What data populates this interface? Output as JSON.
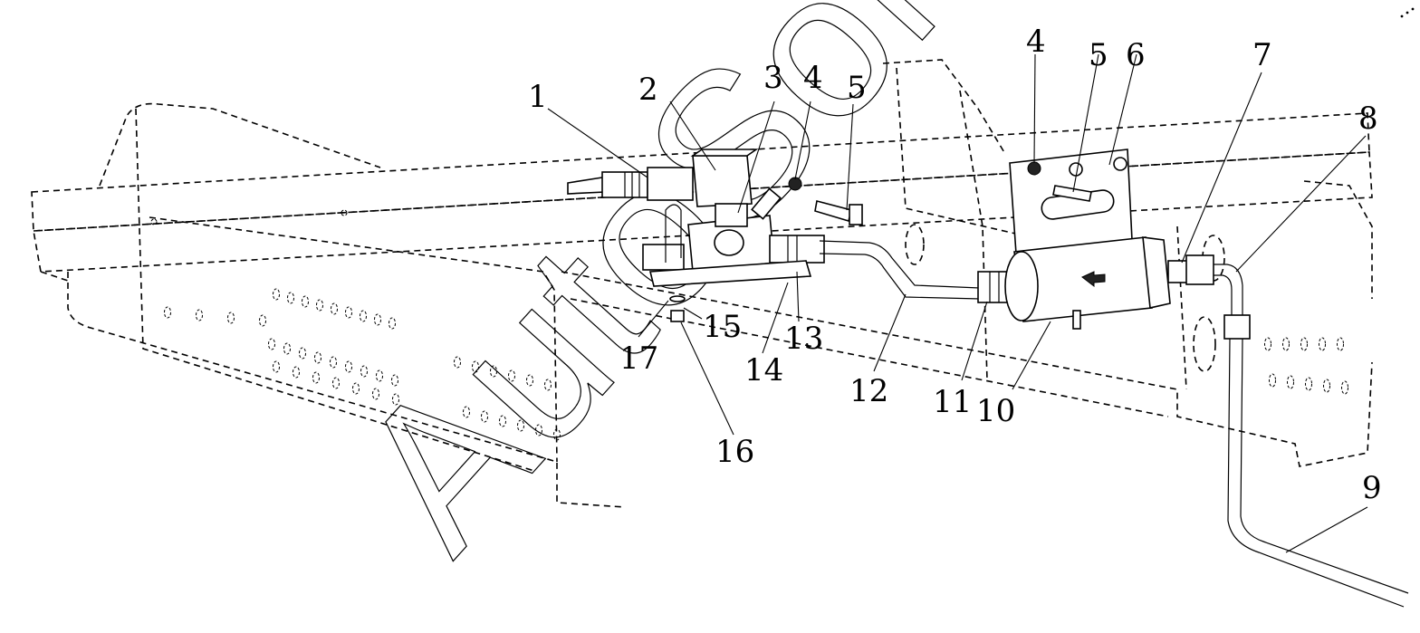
{
  "diagram": {
    "watermark": "AutoSoft",
    "callouts": [
      {
        "id": "c1",
        "label": "1"
      },
      {
        "id": "c2",
        "label": "2"
      },
      {
        "id": "c3",
        "label": "3"
      },
      {
        "id": "c4a",
        "label": "4"
      },
      {
        "id": "c5a",
        "label": "5"
      },
      {
        "id": "c4b",
        "label": "4"
      },
      {
        "id": "c5b",
        "label": "5"
      },
      {
        "id": "c6",
        "label": "6"
      },
      {
        "id": "c7",
        "label": "7"
      },
      {
        "id": "c8",
        "label": "8"
      },
      {
        "id": "c9",
        "label": "9"
      },
      {
        "id": "c10",
        "label": "10"
      },
      {
        "id": "c11",
        "label": "11"
      },
      {
        "id": "c12",
        "label": "12"
      },
      {
        "id": "c13",
        "label": "13"
      },
      {
        "id": "c14",
        "label": "14"
      },
      {
        "id": "c15",
        "label": "15"
      },
      {
        "id": "c16",
        "label": "16"
      },
      {
        "id": "c17",
        "label": "17"
      }
    ]
  }
}
